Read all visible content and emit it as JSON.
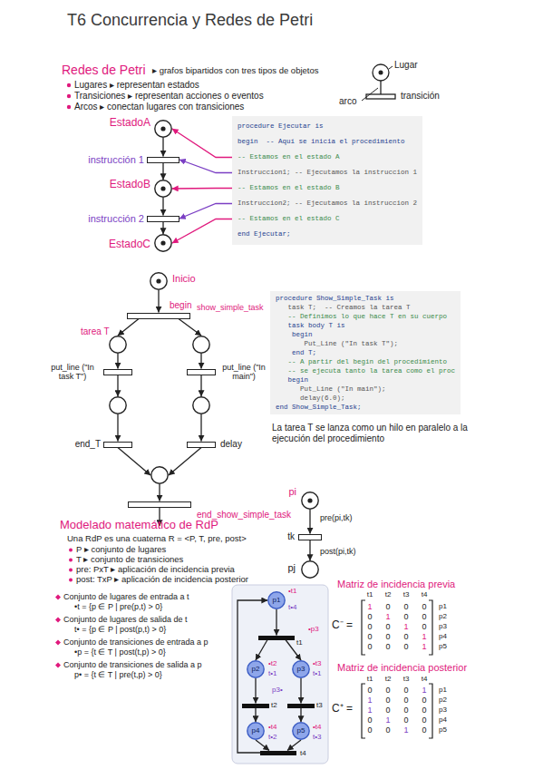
{
  "diagram": {
    "title": "T6 Concurrencia y Redes de Petri",
    "nodes": [
      {
        "text": [
          "EstadoA"
        ]
      },
      {
        "text": [
          "instrucción 1"
        ]
      },
      {
        "text": [
          "EstadoB"
        ]
      },
      {
        "text": [
          "instrucción 2"
        ]
      },
      {
        "text": [
          "EstadoC"
        ]
      },
      {
        "text": [
          "procedure Ejecutar is",
          "begin  -- Aquí se inicia el procedimiento",
          "-- Estamos en el estado A",
          "Instruccion1; -- Ejecutamos la instruccion 1",
          "-- Estamos en el estado B",
          "Instruccion2; -- Ejecutamos la instruccion 2",
          "-- Estamos en el estado C",
          "end Ejecutar;"
        ]
      },
      {
        "text": [
          "Inicio"
        ]
      },
      {
        "text": [
          "begin"
        ]
      },
      {
        "text": []
      },
      {
        "text": []
      },
      {
        "text": [
          "put_line (\"In task T\")"
        ]
      },
      {
        "text": [
          "put_line (\"In main\")"
        ]
      },
      {
        "text": []
      },
      {
        "text": []
      },
      {
        "text": [
          "end_T"
        ]
      },
      {
        "text": [
          "delay"
        ]
      },
      {
        "text": []
      },
      {
        "text": [
          "end_show_simple_task"
        ]
      },
      {
        "text": [
          "procedure Show_Simple_Task is",
          "   task T;  -- Creamos la tarea T",
          "   -- Definimos lo que hace T en su cuerpo",
          "   task body T is",
          "    begin",
          "       Put_Line (\"In task T\");",
          "    end T;",
          "   -- A partir del begin del procedimiento",
          "   -- se ejecuta tanto la tarea como el proc",
          "   begin",
          "      Put_Line (\"In main\");",
          "      delay(6.0);",
          "end Show_Simple_Task;"
        ]
      },
      {
        "text": [
          "pi"
        ]
      },
      {
        "text": [
          "tk"
        ]
      },
      {
        "text": [
          "pj"
        ]
      },
      {
        "text": [
          "p1"
        ]
      },
      {
        "text": [
          "t1"
        ]
      },
      {
        "text": [
          "p2"
        ]
      },
      {
        "text": [
          "p3"
        ]
      },
      {
        "text": [
          "t2"
        ]
      },
      {
        "text": [
          "t3"
        ]
      },
      {
        "text": [
          "p4"
        ]
      },
      {
        "text": [
          "p5"
        ]
      },
      {
        "text": [
          "t4"
        ]
      }
    ],
    "edges": [
      {
        "from": 0,
        "to": 1,
        "arrow": "to"
      },
      {
        "from": 1,
        "to": 2,
        "arrow": "to"
      },
      {
        "from": 2,
        "to": 3,
        "arrow": "to"
      },
      {
        "from": 3,
        "to": 4,
        "arrow": "to"
      },
      {
        "from": 5,
        "to": 0,
        "arrow": "to"
      },
      {
        "from": 5,
        "to": 1,
        "arrow": "to"
      },
      {
        "from": 5,
        "to": 2,
        "arrow": "to"
      },
      {
        "from": 5,
        "to": 3,
        "arrow": "to"
      },
      {
        "from": 5,
        "to": 4,
        "arrow": "to"
      },
      {
        "from": 6,
        "to": 7,
        "arrow": "to"
      },
      {
        "from": 7,
        "to": 8,
        "label": "tarea T",
        "arrow": "to"
      },
      {
        "from": 7,
        "to": 9,
        "label": "show_simple_task",
        "arrow": "to"
      },
      {
        "from": 8,
        "to": 10,
        "arrow": "to"
      },
      {
        "from": 9,
        "to": 11,
        "arrow": "to"
      },
      {
        "from": 10,
        "to": 12,
        "arrow": "to"
      },
      {
        "from": 11,
        "to": 13,
        "arrow": "to"
      },
      {
        "from": 12,
        "to": 14,
        "arrow": "to"
      },
      {
        "from": 13,
        "to": 15,
        "arrow": "to"
      },
      {
        "from": 14,
        "to": 16,
        "arrow": "to"
      },
      {
        "from": 15,
        "to": 16,
        "arrow": "to"
      },
      {
        "from": 16,
        "to": 17,
        "arrow": "to"
      },
      {
        "from": 19,
        "to": 20,
        "label": "pre(pi,tk)",
        "arrow": "to"
      },
      {
        "from": 20,
        "to": 21,
        "label": "post(pi,tk)",
        "arrow": "to"
      },
      {
        "from": 22,
        "to": 23,
        "arrow": "to"
      },
      {
        "from": 23,
        "to": 24,
        "arrow": "to"
      },
      {
        "from": 23,
        "to": 25,
        "arrow": "to"
      },
      {
        "from": 24,
        "to": 26,
        "arrow": "to"
      },
      {
        "from": 25,
        "to": 27,
        "arrow": "to"
      },
      {
        "from": 26,
        "to": 28,
        "arrow": "to"
      },
      {
        "from": 27,
        "to": 29,
        "arrow": "to"
      },
      {
        "from": 28,
        "to": 30,
        "arrow": "to"
      },
      {
        "from": 29,
        "to": 30,
        "arrow": "to"
      },
      {
        "from": 30,
        "to": 22,
        "arrow": "to"
      }
    ],
    "labels": [
      "Redes de Petri",
      "▸ grafos bipartidos con tres tipos de objetos",
      "Lugares ▸ representan estados",
      "Transiciones ▸ representan acciones o eventos",
      "Arcos ▸ conectan lugares con transiciones",
      "La tarea T se lanza como un hilo en paralelo a la ejecución del procedimiento",
      "Modelado matemático de RdP",
      "Una RdP es una cuaterna R = <P, T, pre, post>",
      "P ▸ conjunto de lugares",
      "T ▸ conjunto de transiciones",
      "pre: PxT ▸ aplicación de incidencia previa",
      "post: TxP ▸ aplicación de incidencia posterior",
      "Conjunto de lugares de entrada a t",
      "•t = {p ∈ P | pre(p,t) > 0}",
      "Conjunto de lugares de salida de t",
      "t• = {p ∈ P | post(p,t) > 0}",
      "Conjunto de transiciones de entrada a p",
      "•p = {t ∈ T | post(t,p) > 0}",
      "Conjunto de transiciones de salida a p",
      "p• = {t ∈ T | pre(t,p) > 0}",
      "•t1",
      "t•4",
      "•p3",
      "•t2",
      "t•1",
      "•t3",
      "t•1",
      "p3•",
      "•t4",
      "t•2",
      "•t4",
      "t•3",
      "Matriz de incidencia previa",
      "C⁻ =",
      "t1",
      "t2",
      "t3",
      "t4",
      "1",
      "0",
      "0",
      "0",
      "p1",
      "0",
      "1",
      "0",
      "0",
      "p2",
      "0",
      "0",
      "1",
      "0",
      "p3",
      "0",
      "0",
      "0",
      "1",
      "p4",
      "0",
      "0",
      "0",
      "1",
      "p5",
      "Matriz de incidencia posterior",
      "C⁺ =",
      "t1",
      "t2",
      "t3",
      "t4",
      "0",
      "0",
      "0",
      "1",
      "p1",
      "1",
      "0",
      "0",
      "0",
      "p2",
      "1",
      "0",
      "0",
      "0",
      "p3",
      "0",
      "1",
      "0",
      "0",
      "p4",
      "0",
      "0",
      "1",
      "0",
      "p5"
    ],
    "legend": [
      {
        "text": "Lugar"
      },
      {
        "text": "arco"
      },
      {
        "text": "transición"
      }
    ]
  }
}
